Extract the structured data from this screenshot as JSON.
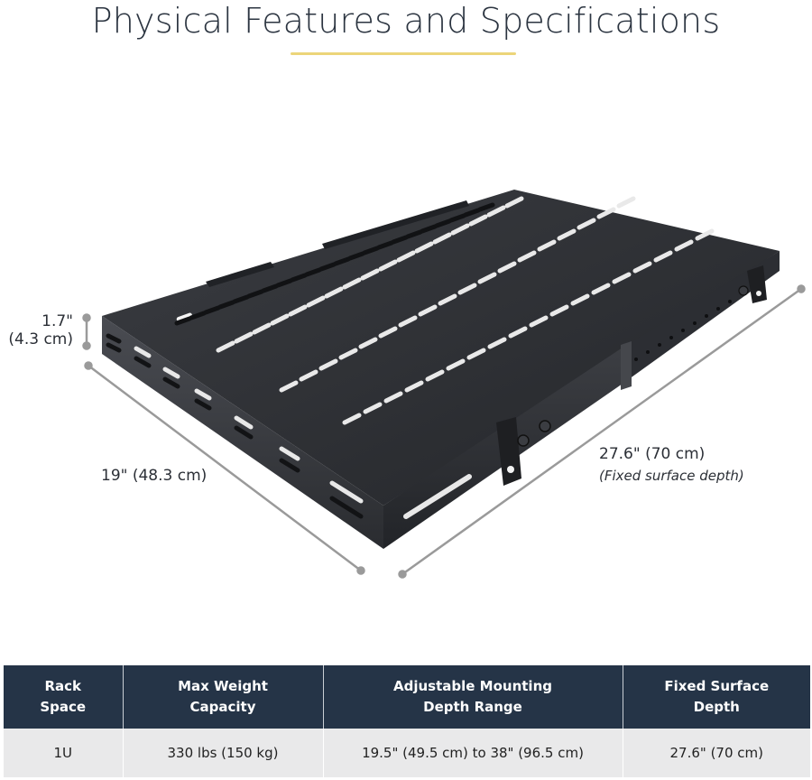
{
  "header": {
    "title": "Physical Features and Specifications",
    "underline_color": "#ecd57a"
  },
  "product_image": {
    "subject": "1U adjustable-depth vented rack shelf (black steel)",
    "dimensions": {
      "height": {
        "line1": "1.7\"",
        "line2": "(4.3 cm)"
      },
      "width": {
        "label": "19\" (48.3 cm)"
      },
      "depth": {
        "label": "27.6\" (70 cm)",
        "note": "(Fixed surface depth)"
      }
    }
  },
  "specs_table": {
    "header_bg": "#253447",
    "row_bg": "#e9e9ea",
    "columns": [
      {
        "line1": "Rack",
        "line2": "Space"
      },
      {
        "line1": "Max Weight",
        "line2": "Capacity"
      },
      {
        "line1": "Adjustable Mounting",
        "line2": "Depth Range"
      },
      {
        "line1": "Fixed Surface",
        "line2": "Depth"
      }
    ],
    "rows": [
      [
        "1U",
        "330 lbs (150 kg)",
        "19.5\" (49.5 cm) to 38\" (96.5 cm)",
        "27.6\" (70 cm)"
      ]
    ]
  }
}
